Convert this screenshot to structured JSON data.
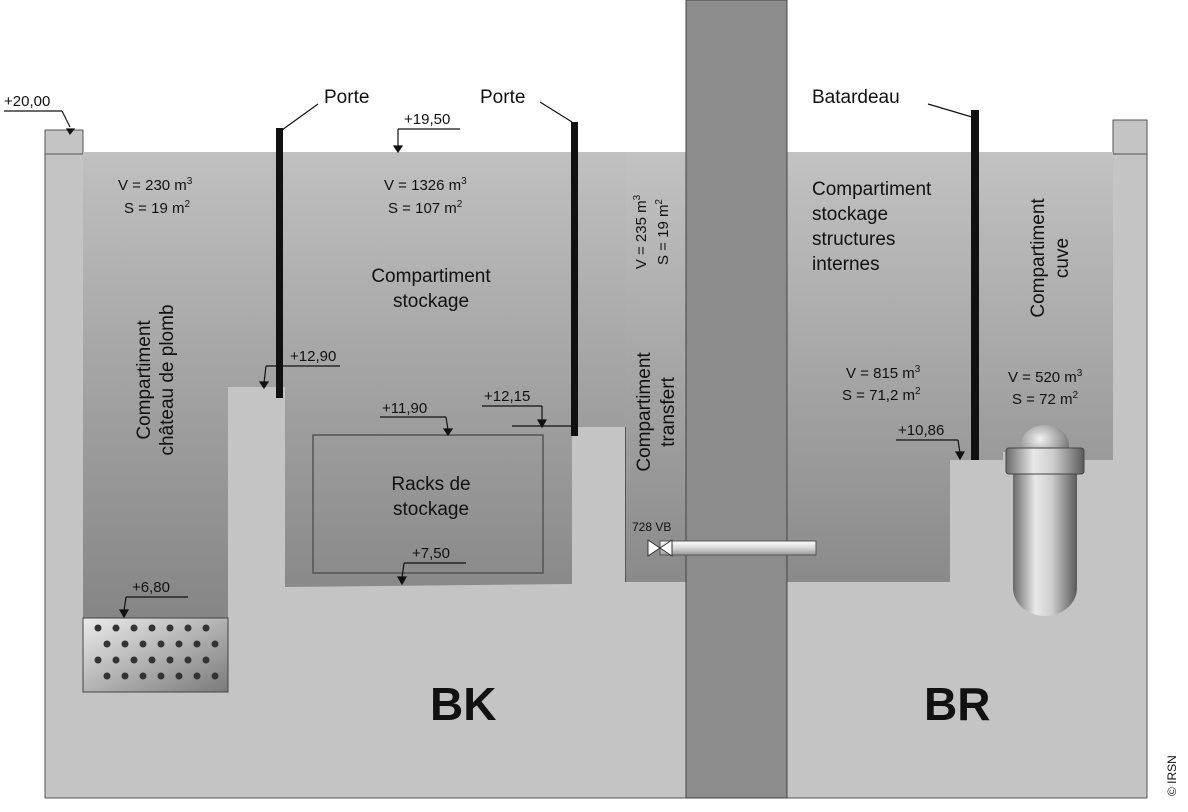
{
  "levels": {
    "l2000": "+20,00",
    "l1950": "+19,50",
    "l1290": "+12,90",
    "l1215": "+12,15",
    "l1190": "+11,90",
    "l1086": "+10,86",
    "l750": "+7,50",
    "l680": "+6,80"
  },
  "labels": {
    "porte1": "Porte",
    "porte2": "Porte",
    "batardeau": "Batardeau",
    "valve": "728 VB",
    "bk": "BK",
    "br": "BR",
    "copyright": "© IRSN"
  },
  "compartments": {
    "chateau": {
      "line1": "Compartiment",
      "line2": "château de plomb",
      "v": "V = 230 m",
      "s": "S = 19 m"
    },
    "stockage": {
      "line1": "Compartiment",
      "line2": "stockage",
      "v": "V = 1326 m",
      "s": "S = 107 m"
    },
    "racks": {
      "line1": "Racks de",
      "line2": "stockage"
    },
    "transfert": {
      "line1": "Compartiment",
      "line2": "transfert",
      "v": "V = 235 m",
      "s": "S = 19 m"
    },
    "structures": {
      "line1": "Compartiment",
      "line2": "stockage",
      "line3": "structures",
      "line4": "internes",
      "v": "V = 815 m",
      "s": "S = 71,2 m"
    },
    "cuve": {
      "line1": "Compartiment",
      "line2": "cuve",
      "v": "V = 520 m",
      "s": "S = 72 m"
    }
  },
  "units": {
    "cube": "3",
    "square": "2"
  },
  "colors": {
    "concrete": "#c4c4c4",
    "water_top": "#bdbdbd",
    "water_bottom": "#8a8a8a",
    "column": "#8c8c8c",
    "gate": "#111111"
  }
}
